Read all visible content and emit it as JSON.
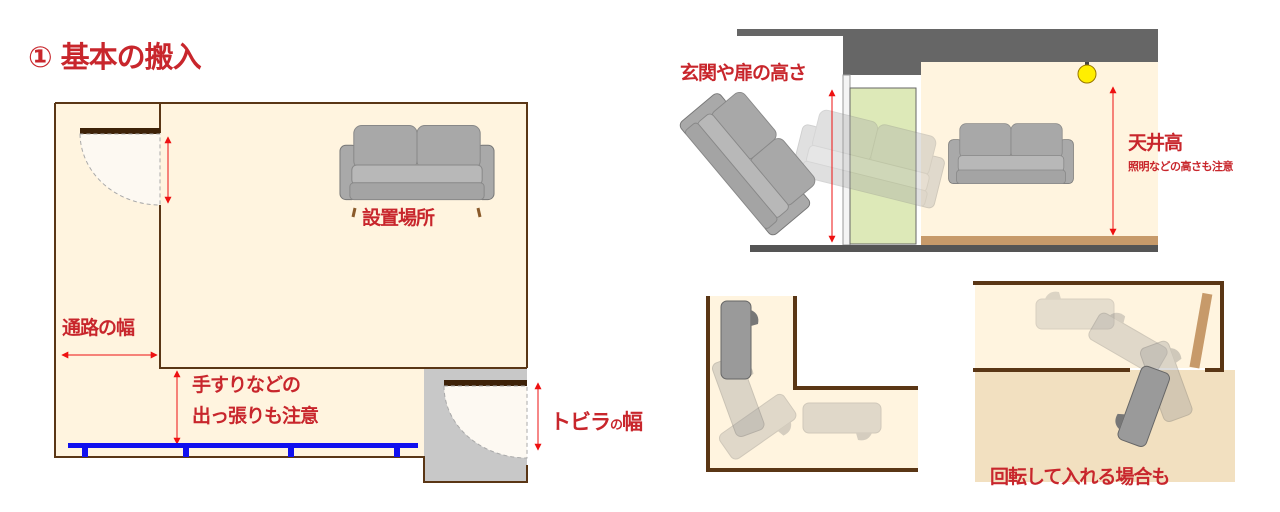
{
  "title": "① 基本の搬入",
  "plan": {
    "placement_label": "設置場所",
    "passage_width_label": "通路の幅",
    "protrusion_label_line1": "手すりなどの",
    "protrusion_label_line2": "出っ張りも注意",
    "door_width_label_main": "トビラ",
    "door_width_label_particle": "の",
    "door_width_label_end": "幅"
  },
  "elevation": {
    "entrance_height_label": "玄関や扉の高さ",
    "ceiling_height_label": "天井高",
    "ceiling_note": "照明などの高さも注意"
  },
  "rotation": {
    "rotate_label": "回転して入れる場合も"
  },
  "colors": {
    "accent_red": "#c8262c",
    "floor_cream": "#fff4df",
    "wall_brown": "#5a3615",
    "handrail_blue": "#1010ee",
    "door_green": "#dde9b8"
  }
}
